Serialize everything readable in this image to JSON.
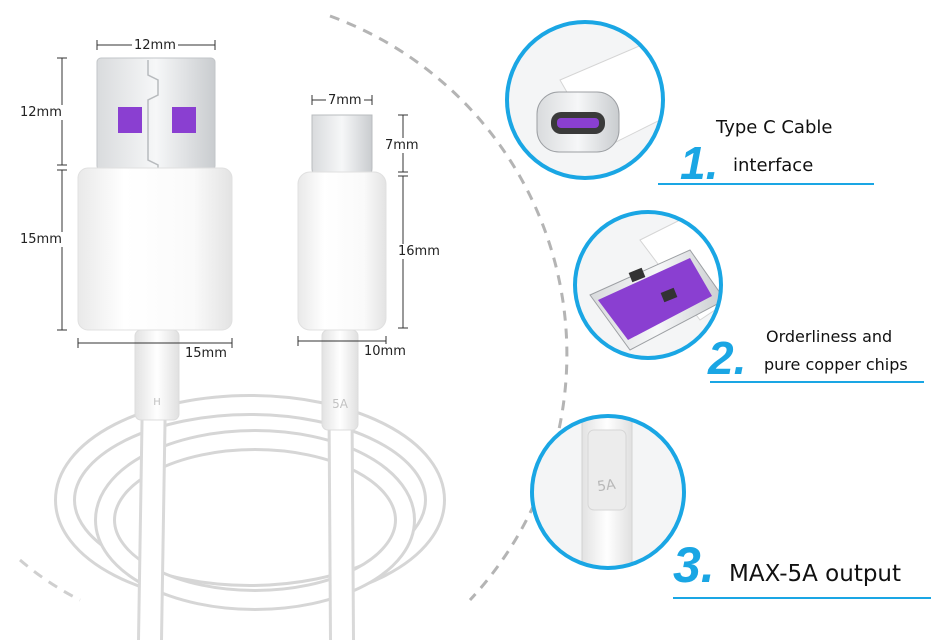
{
  "dimensions": {
    "usb_a_width": "12mm",
    "usb_a_plug_height": "12mm",
    "usb_a_body_height": "15mm",
    "usb_a_body_width": "15mm",
    "type_c_width": "7mm",
    "type_c_plug_height": "7mm",
    "type_c_body_height": "16mm",
    "type_c_body_width": "10mm"
  },
  "features": [
    {
      "number": "1.",
      "line1": "Type C Cable",
      "line2": "interface"
    },
    {
      "number": "2.",
      "line1": "Orderliness and",
      "line2": "pure copper chips"
    },
    {
      "number": "3.",
      "line1": "MAX-5A output"
    }
  ],
  "cable_markings": {
    "usb_a_side": "H",
    "type_c_side": "5A",
    "closeup": "5A"
  },
  "colors": {
    "accent": "#1aa6e4",
    "chip": "#8a3fd1",
    "cable": "#f7f7f7",
    "dashed_circle": "#b4b4b4"
  }
}
